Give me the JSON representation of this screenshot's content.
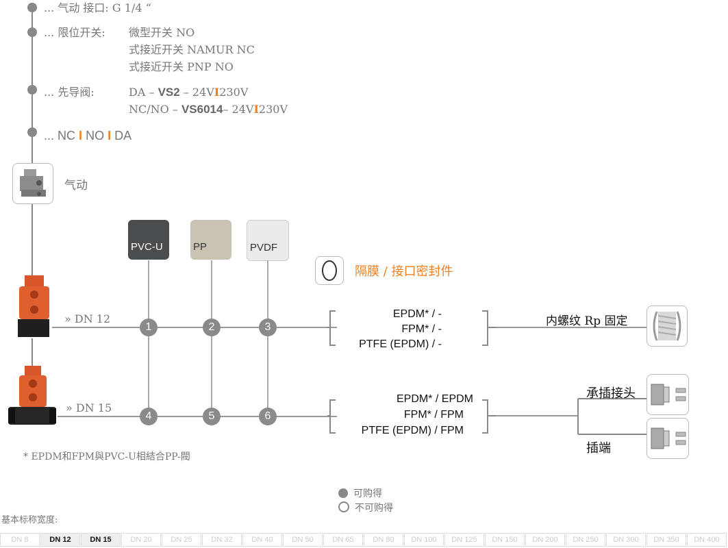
{
  "options": {
    "actuation": "... 气动 接口: G 1/4 “",
    "limit_switch_prefix": "... 限位开关:",
    "limit_switch_lines": [
      "微型开关 NO",
      "式接近开关 NAMUR NC",
      "式接近开关 PNP NO"
    ],
    "pilot_prefix": "... 先导阀:",
    "pilot_line1": {
      "a": "DA –",
      "model": "VS2",
      "b": "– 24V",
      "sep": "I",
      "c": "230V"
    },
    "pilot_line2": {
      "a": "NC/NO –",
      "model": "VS6014",
      "b": "– 24V",
      "sep": "I",
      "c": "230V"
    },
    "fail_prefix": "...",
    "fail_modes": [
      "NC",
      "NO",
      "DA"
    ],
    "fail_sep": "I"
  },
  "actuator_label": "气动",
  "materials": [
    {
      "label": "PVC-U",
      "color": "#4a4d50",
      "text_color": "#ffffff"
    },
    {
      "label": "PP",
      "color": "#c8c3b3",
      "text_color": "#333333"
    },
    {
      "label": "PVDF",
      "color": "#ebebeb",
      "text_color": "#333333"
    }
  ],
  "seal_header": "隔膜 / 接口密封件",
  "sizes": [
    {
      "label": "» DN 12",
      "nodes": [
        "1",
        "2",
        "3"
      ],
      "seals": [
        "EPDM* / -",
        "FPM* / -",
        "PTFE (EPDM) / -"
      ]
    },
    {
      "label": "» DN 15",
      "nodes": [
        "4",
        "5",
        "6"
      ],
      "seals": [
        "EPDM* / EPDM",
        "FPM* / FPM",
        "PTFE (EPDM) / FPM"
      ]
    }
  ],
  "connections": {
    "thread": "内螺纹 Rp 固定",
    "socket": "承插接头",
    "spigot": "插端"
  },
  "footnote": "* EPDM和FPM與PVC-U相結合PP-閥",
  "legend": {
    "available": "可购得",
    "not_available": "不可购得"
  },
  "dn_title": "基本标称宽度:",
  "dn_list": [
    "DN 8",
    "DN 12",
    "DN 15",
    "DN 20",
    "DN 25",
    "DN 32",
    "DN 40",
    "DN 50",
    "DN 65",
    "DN 80",
    "DN 100",
    "DN 125",
    "DN 150",
    "DN 200",
    "DN 250",
    "DN 300",
    "DN 350",
    "DN 400"
  ],
  "dn_active": [
    1,
    2
  ],
  "colors": {
    "accent": "#f07f1f",
    "line": "#888888",
    "valve_body": "#d9552a"
  }
}
